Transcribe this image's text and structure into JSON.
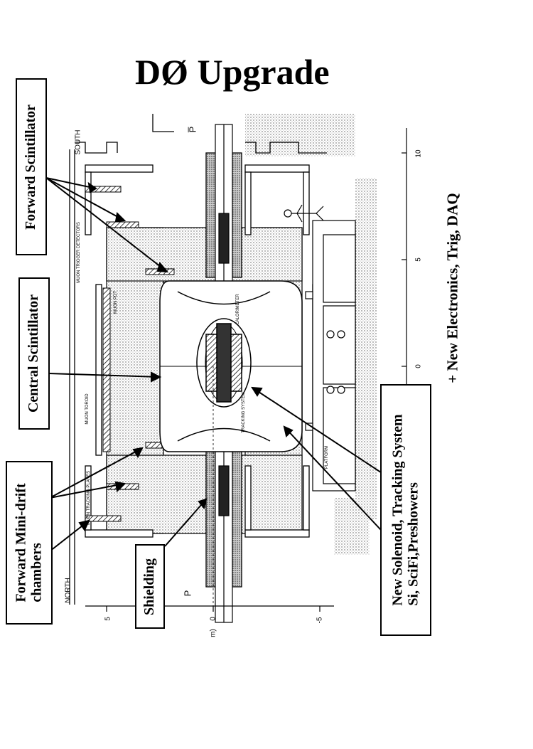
{
  "title": "DØ Upgrade",
  "callouts": {
    "forward_scintillator": "Forward Scintillator",
    "central_scintillator": "Central Scintillator",
    "forward_minidrift_line1": "Forward Mini-drift",
    "forward_minidrift_line2": "chambers",
    "shielding": "Shielding",
    "solenoid_line1": "New Solenoid, Tracking System",
    "solenoid_line2": "Si, SciFi,Preshowers",
    "electronics": "+ New Electronics, Trig, DAQ"
  },
  "drawing_labels": {
    "south": "SOUTH",
    "north": "NORTH",
    "pbar": "P̅",
    "p": "P",
    "muon_trigger": "MUON TRIGGER DETECTORS",
    "muon_pdt": "MUON PDT",
    "muon_toroid": "MUON TOROID",
    "muon_tracking": "MUON TRACKING PLANES",
    "calorimeter": "CALORIMETER",
    "tracking_system": "TRACKING SYSTEM",
    "platform": "PLATFORM"
  },
  "axes": {
    "bottom_ticks": [
      "10",
      "5",
      "0"
    ],
    "left_ticks": [
      "5",
      "0",
      "-5"
    ],
    "unit": "m)"
  }
}
